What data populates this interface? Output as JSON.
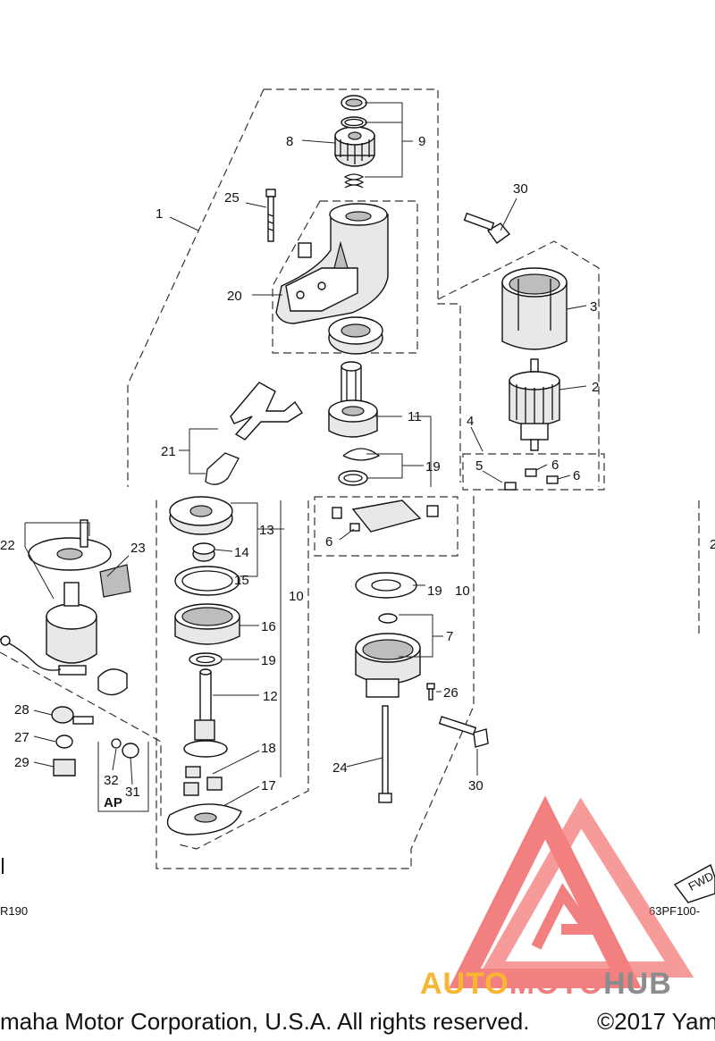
{
  "part_labels": [
    "1",
    "2",
    "3",
    "4",
    "5",
    "6",
    "6",
    "6",
    "7",
    "8",
    "9",
    "10",
    "10",
    "11",
    "12",
    "13",
    "14",
    "15",
    "16",
    "17",
    "18",
    "19",
    "19",
    "19",
    "19",
    "20",
    "21",
    "22",
    "23",
    "24",
    "25",
    "26",
    "27",
    "28",
    "29",
    "30",
    "30",
    "31",
    "32"
  ],
  "marks": {
    "ap": "AP",
    "code_left": "R190",
    "code_right": "63PF100-",
    "fwd": "FWD",
    "edge_right": "2"
  },
  "watermark": {
    "auto": "AUTO",
    "moto": "MOTO",
    "hub": "HUB",
    "colors": {
      "auto": "#f7b733",
      "moto": "#f08080",
      "hub": "#8c8c8c",
      "logo": "#f26b6b"
    }
  },
  "footer": {
    "left": "maha Motor Corporation, U.S.A. All rights reserved.",
    "right": "©2017 Yam"
  }
}
